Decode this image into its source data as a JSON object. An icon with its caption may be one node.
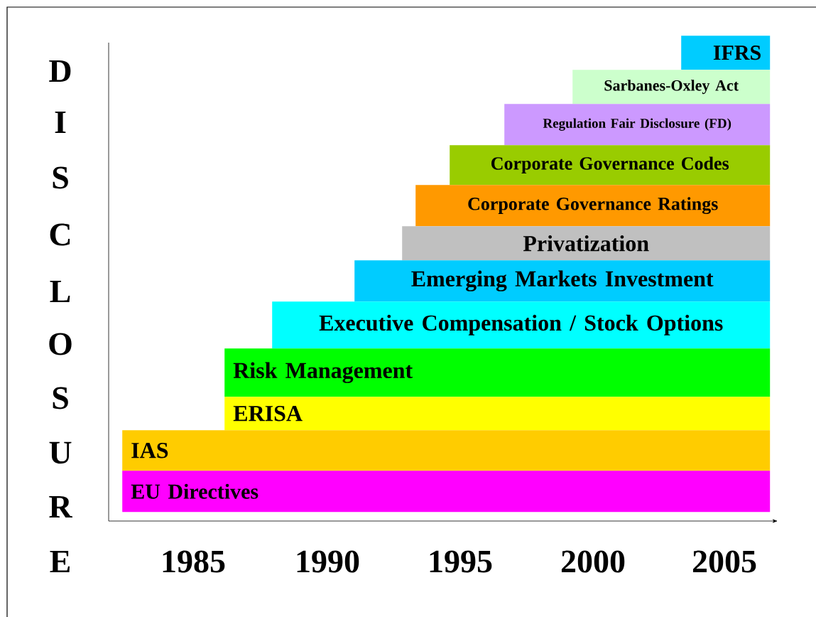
{
  "diagram": {
    "nodes": [
      {
        "text": [
          "IFRS"
        ]
      },
      {
        "text": [
          "Sarbanes-Oxley Act"
        ]
      },
      {
        "text": [
          "Regulation Fair Disclosure (FD)"
        ]
      },
      {
        "text": [
          "Corporate Governance Codes"
        ]
      },
      {
        "text": [
          "Corporate Governance Ratings"
        ]
      },
      {
        "text": [
          "Privatization"
        ]
      },
      {
        "text": [
          "Emerging Markets Investment"
        ]
      },
      {
        "text": [
          "Executive Compensation / Stock Options"
        ]
      },
      {
        "text": [
          "Risk Management"
        ]
      },
      {
        "text": [
          "ERISA"
        ]
      },
      {
        "text": [
          "IAS"
        ]
      },
      {
        "text": [
          "EU Directives"
        ]
      }
    ],
    "labels": [
      "D",
      "I",
      "S",
      "C",
      "L",
      "O",
      "S",
      "U",
      "R",
      "E",
      "1985",
      "1990",
      "1995",
      "2000",
      "2005"
    ]
  }
}
